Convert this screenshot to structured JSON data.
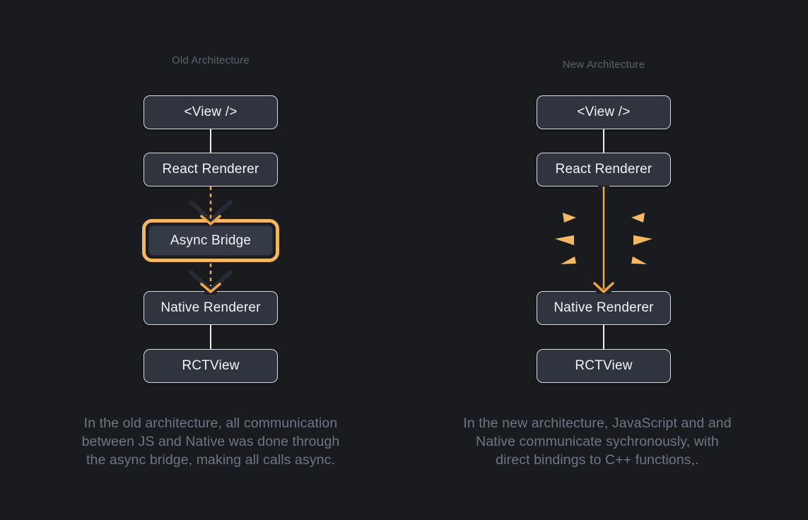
{
  "diagrams": {
    "old": {
      "title": "Old Architecture",
      "nodes": {
        "view": "<View />",
        "react_renderer": "React Renderer",
        "async_bridge": "Async Bridge",
        "native_renderer": "Native Renderer",
        "rctview": "RCTView"
      },
      "caption": {
        "line1": "In the old architecture, all communication",
        "line2": "between JS and Native was done through",
        "line3": "the async bridge, making all calls async."
      }
    },
    "new": {
      "title": "New Architecture",
      "nodes": {
        "view": "<View />",
        "react_renderer": "React Renderer",
        "native_renderer": "Native Renderer",
        "rctview": "RCTView"
      },
      "caption": {
        "line1": "In the new architecture, JavaScript and and",
        "line2": "Native communicate sychronously, with",
        "line3": "direct bindings to C++ functions,."
      }
    }
  },
  "icons": {
    "async_arrow": "dashed-arrow-down-icon",
    "sync_arrow": "solid-arrow-down-icon",
    "sparks": "spark-burst-icon"
  },
  "colors": {
    "background": "#1a1b1e",
    "node_fill": "#30343e",
    "node_border": "#d8dbe0",
    "node_text": "#f2f4f6",
    "title_text": "#5b626d",
    "caption_text": "#6d7687",
    "white_line": "#eceef0",
    "orange_line": "#f0a843",
    "orange_chevron": "#f1a743",
    "dark_chevron": "#262b36",
    "bridge_ring": "#f3b763",
    "spark": "#f5b863"
  }
}
